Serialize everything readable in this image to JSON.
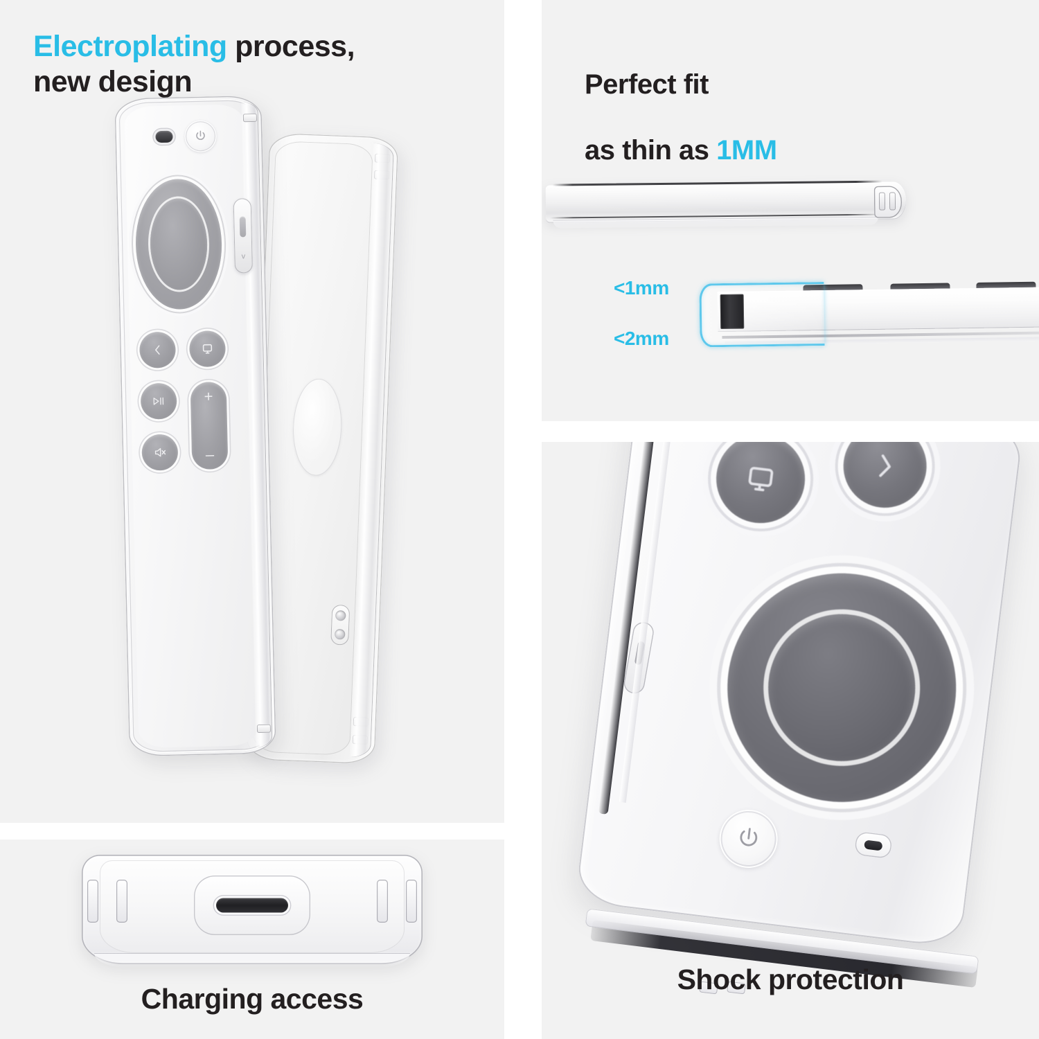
{
  "page": {
    "background_color": "#ffffff",
    "panel_background_color": "#f2f2f2",
    "accent_color": "#29bde6",
    "text_color": "#231f20"
  },
  "panels": [
    {
      "id": "electroplating",
      "heading": {
        "accent_text": "Electroplating",
        "rest_text": " process,\nnew design"
      },
      "objects": [
        {
          "name": "remote-in-case",
          "icons": [
            "microphone-icon",
            "power-icon",
            "clickpad-icon",
            "back-arrow-icon",
            "tv-icon",
            "play-pause-icon",
            "volume-up-icon",
            "volume-down-icon",
            "mute-icon",
            "siri-side-button-icon"
          ]
        },
        {
          "name": "case-back-shell",
          "icons": [
            "touchpad-bulge-icon",
            "speaker-cutout-icon"
          ]
        }
      ]
    },
    {
      "id": "perfect-fit",
      "heading": {
        "line1": "Perfect fit",
        "line2_prefix": "as thin as ",
        "line2_accent": "1MM"
      },
      "callouts": [
        {
          "name": "thickness-top",
          "label": "<1mm"
        },
        {
          "name": "thickness-bottom",
          "label": "<2mm"
        }
      ]
    },
    {
      "id": "charging-access",
      "heading": "Charging access",
      "objects": [
        {
          "name": "usb-c-port-cutout",
          "icons": [
            "usb-c-port-icon"
          ]
        },
        {
          "name": "grip-ridges"
        }
      ]
    },
    {
      "id": "shock-protection",
      "heading": "Shock protection",
      "objects": [
        {
          "name": "remote-closeup",
          "icons": [
            "tv-icon",
            "back-arrow-icon",
            "clickpad-icon",
            "power-icon",
            "microphone-icon"
          ]
        }
      ]
    }
  ],
  "glyphs": {
    "back_arrow": "‹",
    "play_pause": "▷‖",
    "mute": "✕",
    "volume_up": "+",
    "volume_down": "–",
    "microphone": "ᴠ"
  }
}
